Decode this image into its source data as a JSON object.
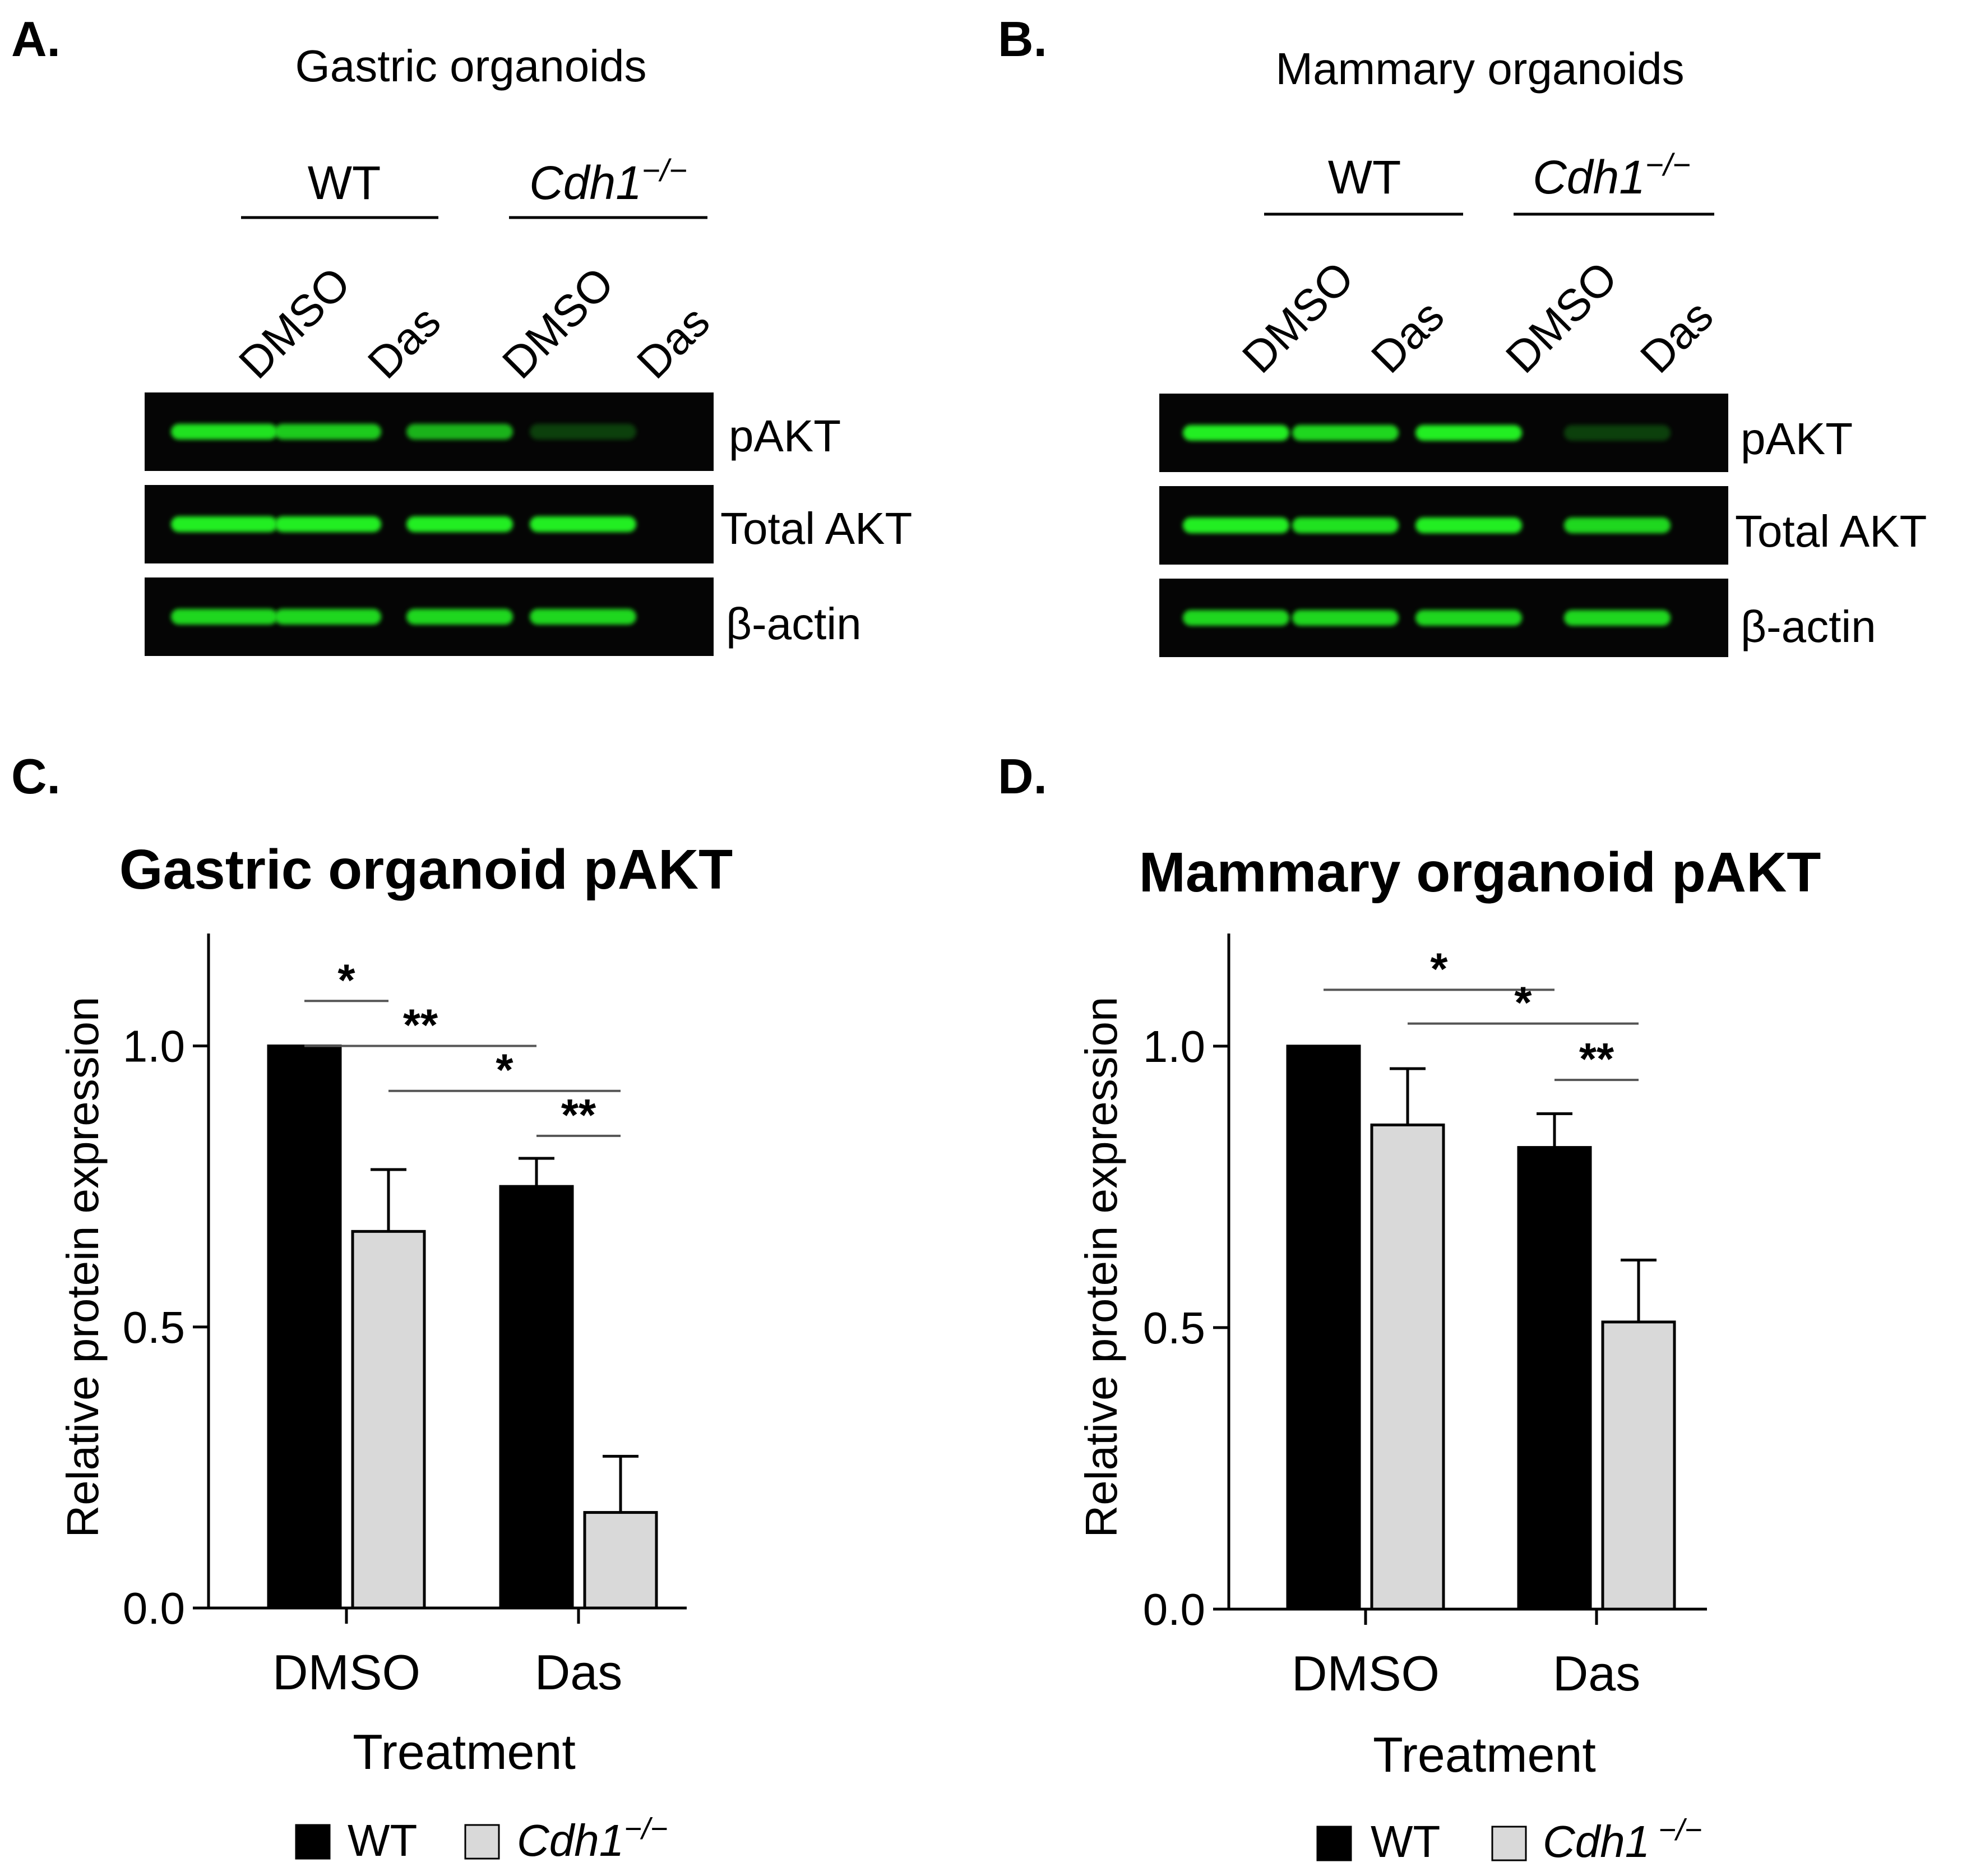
{
  "colors": {
    "wt": "#000000",
    "cdh1": "#d9d9d9",
    "band": "#22ee22",
    "blot_bg": "#050505"
  },
  "panel_a": {
    "letter": "A.",
    "title": "Gastric organoids",
    "group_wt": "WT",
    "group_cdh1": "Cdh1",
    "group_cdh1_sup": "−/−",
    "lanes": [
      "DMSO",
      "Das",
      "DMSO",
      "Das"
    ],
    "blots": [
      {
        "label": "pAKT",
        "intensity": [
          0.95,
          0.85,
          0.75,
          0.25
        ]
      },
      {
        "label": "Total AKT",
        "intensity": [
          1.0,
          1.0,
          1.0,
          1.0
        ]
      },
      {
        "label": "β-actin",
        "intensity": [
          0.9,
          0.9,
          0.9,
          0.9
        ]
      }
    ]
  },
  "panel_b": {
    "letter": "B.",
    "title": "Mammary organoids",
    "group_wt": "WT",
    "group_cdh1": "Cdh1",
    "group_cdh1_sup": "−/−",
    "lanes": [
      "DMSO",
      "Das",
      "DMSO",
      "Das"
    ],
    "blots": [
      {
        "label": "pAKT",
        "intensity": [
          1.0,
          0.9,
          1.0,
          0.25
        ]
      },
      {
        "label": "Total AKT",
        "intensity": [
          1.0,
          0.95,
          1.0,
          0.9
        ]
      },
      {
        "label": "β-actin",
        "intensity": [
          0.9,
          0.9,
          0.9,
          0.9
        ]
      }
    ]
  },
  "panel_c": {
    "letter": "C.",
    "legend": {
      "wt": "WT",
      "cdh1": "Cdh1",
      "cdh1_sup": "−/−"
    }
  },
  "panel_d": {
    "letter": "D.",
    "legend": {
      "wt": "WT",
      "cdh1": "Cdh1",
      "cdh1_sup": " −/−"
    }
  },
  "chart_data": [
    {
      "type": "bar",
      "title": "Gastric organoid pAKT",
      "xlabel": "Treatment",
      "ylabel": "Relative protein expression",
      "categories": [
        "DMSO",
        "Das"
      ],
      "ylim": [
        0,
        1.2
      ],
      "yticks": [
        "0.0",
        "0.5",
        "1.0"
      ],
      "legend_position": "bottom",
      "series": [
        {
          "name": "WT",
          "values": [
            1.0,
            0.75
          ],
          "errors": [
            0.0,
            0.05
          ]
        },
        {
          "name": "Cdh1−/−",
          "values": [
            0.67,
            0.17
          ],
          "errors": [
            0.11,
            0.1
          ]
        }
      ],
      "significance": [
        {
          "from": 0,
          "to": 1,
          "y": 1.08,
          "label": "*"
        },
        {
          "from": 0,
          "to": 2,
          "y": 1.0,
          "label": "**"
        },
        {
          "from": 1,
          "to": 3,
          "y": 0.92,
          "label": "*"
        },
        {
          "from": 2,
          "to": 3,
          "y": 0.84,
          "label": "**"
        }
      ]
    },
    {
      "type": "bar",
      "title": "Mammary organoid pAKT",
      "xlabel": "Treatment",
      "ylabel": "Relative protein expression",
      "categories": [
        "DMSO",
        "Das"
      ],
      "ylim": [
        0,
        1.2
      ],
      "yticks": [
        "0.0",
        "0.5",
        "1.0"
      ],
      "legend_position": "bottom",
      "series": [
        {
          "name": "WT",
          "values": [
            1.0,
            0.82
          ],
          "errors": [
            0.0,
            0.06
          ]
        },
        {
          "name": "Cdh1−/−",
          "values": [
            0.86,
            0.51
          ],
          "errors": [
            0.1,
            0.11
          ]
        }
      ],
      "significance": [
        {
          "from": 0,
          "to": 2,
          "y": 1.1,
          "label": "*"
        },
        {
          "from": 1,
          "to": 3,
          "y": 1.04,
          "label": "*"
        },
        {
          "from": 2,
          "to": 3,
          "y": 0.94,
          "label": "**"
        }
      ]
    }
  ]
}
